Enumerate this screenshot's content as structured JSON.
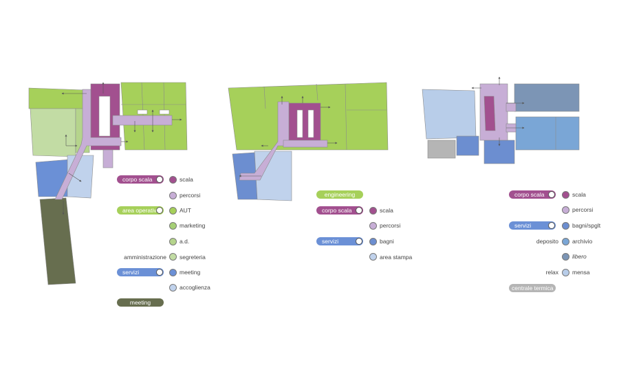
{
  "colors": {
    "scala": "#a2508f",
    "percorsi": "#c7aed6",
    "operativa": "#a6d05a",
    "marketing": "#a6d076",
    "ad": "#b5d48c",
    "segreteria": "#c2dca4",
    "meeting": "#6b90d6",
    "accoglienza": "#c0d2ec",
    "meeting_dark": "#676e4f",
    "archivio": "#7aa6d6",
    "libero": "#7c95b5",
    "mensa": "#b8cde9",
    "grigio": "#b5b5b5",
    "bagni": "#6c8ed0"
  },
  "legend_1": {
    "corpo_scala": "corpo scala",
    "scala": "scala",
    "percorsi": "percorsi",
    "area_operativa": "area operativa",
    "aut": "AUT",
    "marketing": "marketing",
    "ad": "a.d.",
    "amministrazione": "amministrazione",
    "segreteria": "segreteria",
    "servizi": "servizi",
    "meeting": "meeting",
    "accoglienza": "accoglienza",
    "meeting_pill": "meeting"
  },
  "legend_2": {
    "engineering": "engineering",
    "corpo_scala": "corpo scala",
    "scala": "scala",
    "percorsi": "percorsi",
    "servizi": "servizi",
    "bagni": "bagni",
    "area_stampa": "area stampa"
  },
  "legend_3": {
    "corpo_scala": "corpo scala",
    "scala": "scala",
    "percorsi": "percorsi",
    "servizi": "servizi",
    "bagni_spglt": "bagni/spglt",
    "deposito": "deposito",
    "archivio": "archivio",
    "libero": "libero",
    "relax": "relax",
    "mensa": "mensa",
    "centrale_termica": "centrale termica"
  }
}
